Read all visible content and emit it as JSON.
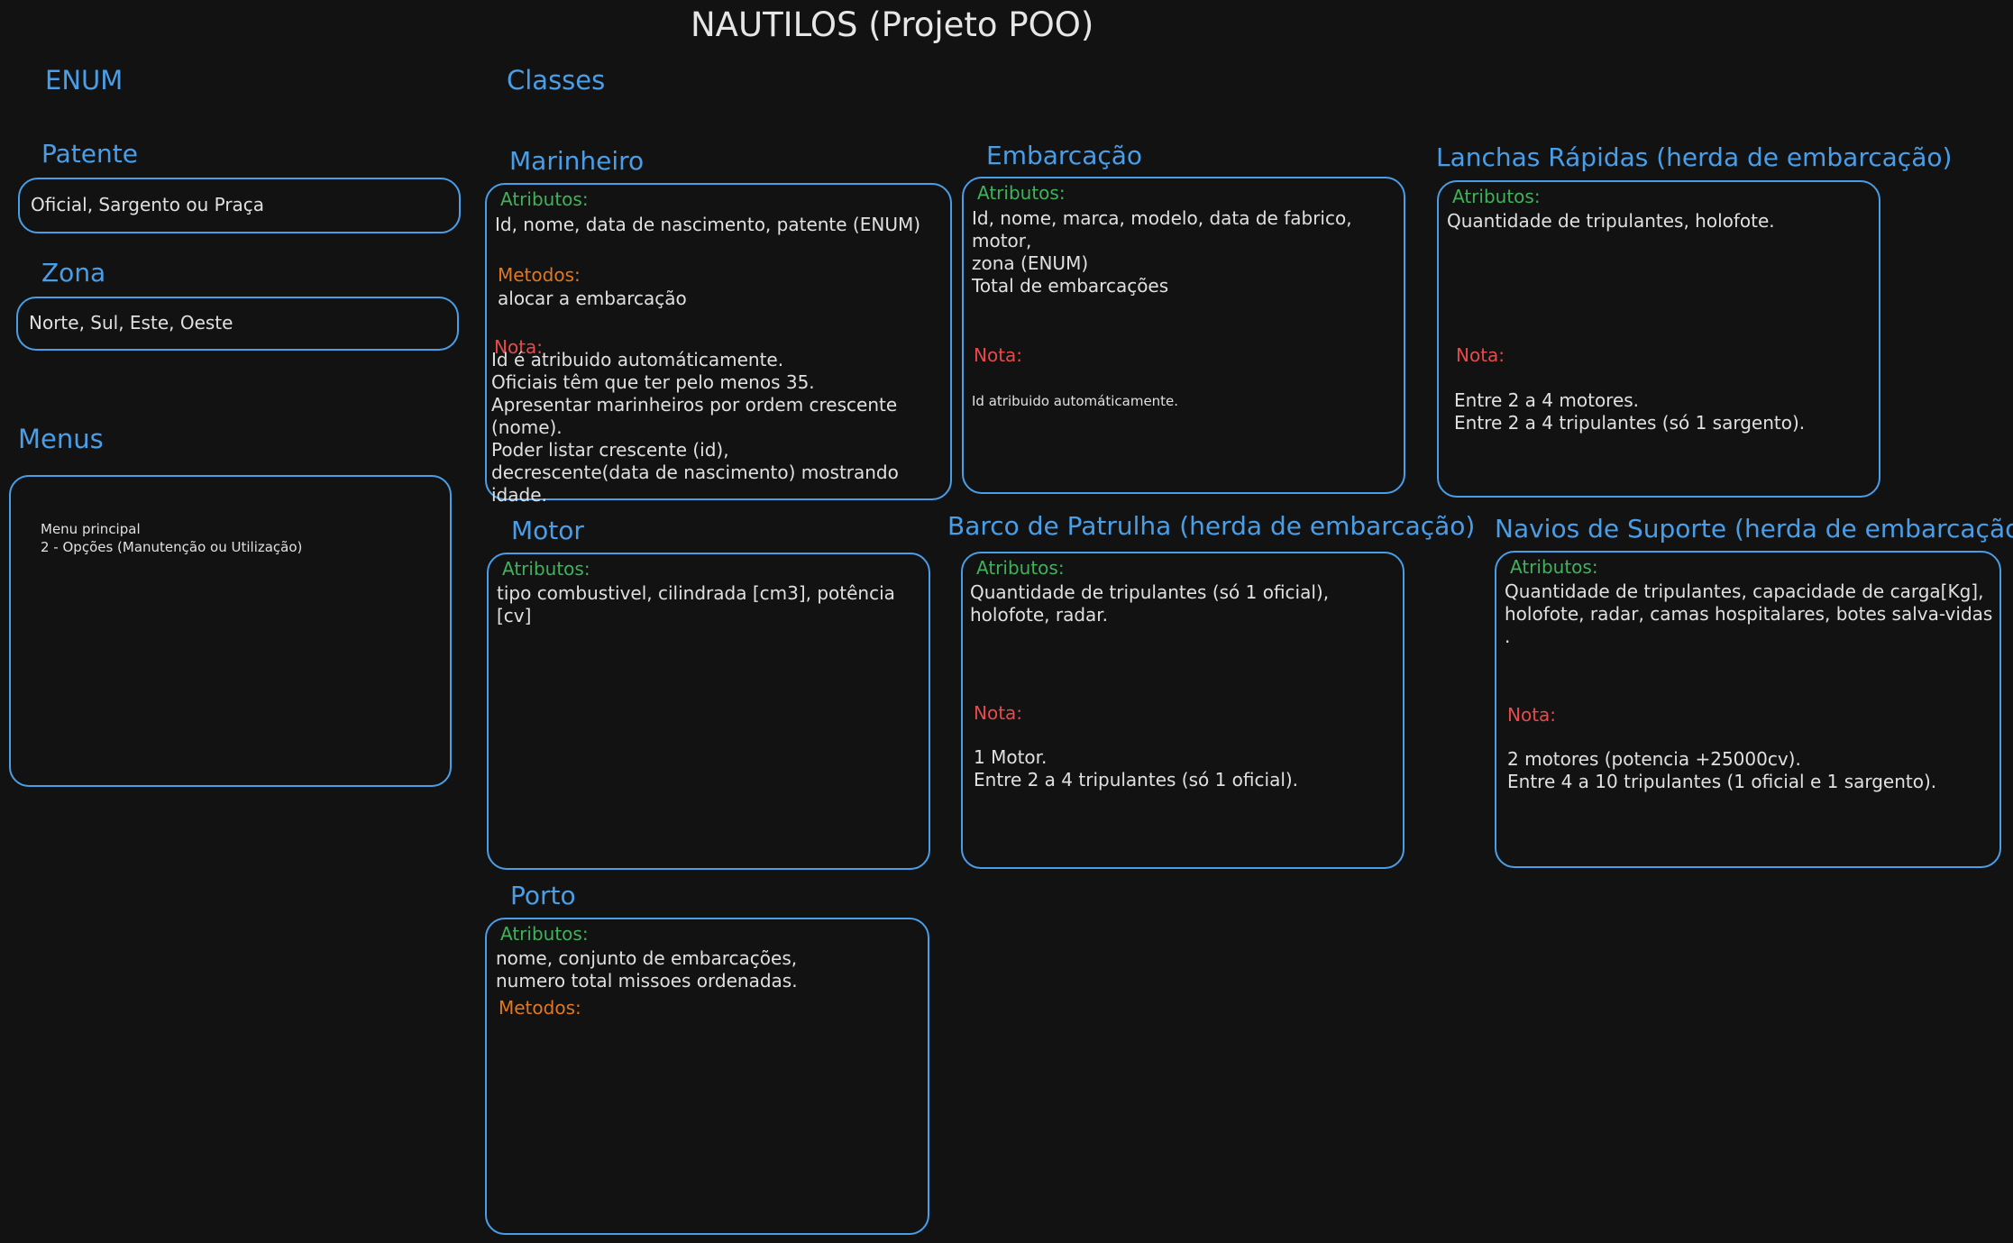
{
  "title": "NAUTILOS (Projeto POO)",
  "sections": {
    "enum": "ENUM",
    "classes": "Classes",
    "menus": "Menus"
  },
  "enums": {
    "patente": {
      "name": "Patente",
      "values": "Oficial, Sargento ou Praça"
    },
    "zona": {
      "name": "Zona",
      "values": "Norte, Sul, Este, Oeste"
    }
  },
  "menus": {
    "line1": "Menu principal",
    "line2": "2 - Opções (Manutenção ou Utilização)"
  },
  "labels": {
    "attributes": "Atributos:",
    "methods": "Metodos:",
    "note": "Nota:"
  },
  "classes": {
    "marinheiro": {
      "name": "Marinheiro",
      "attributes": "Id, nome, data de nascimento, patente (ENUM)",
      "methods": "alocar a embarcação",
      "note": "Id é atribuido automáticamente.\nOficiais têm que ter pelo menos 35.\nApresentar marinheiros por ordem crescente (nome).\nPoder listar crescente (id),\ndecrescente(data de nascimento) mostrando idade."
    },
    "embarcacao": {
      "name": "Embarcação",
      "attributes": "Id, nome, marca, modelo, data de fabrico, motor,\nzona (ENUM)\nTotal de embarcações",
      "note": "Id atribuido automáticamente."
    },
    "lanchas": {
      "name": "Lanchas Rápidas (herda de embarcação)",
      "attributes": "Quantidade de tripulantes, holofote.",
      "note": "Entre 2 a 4 motores.\nEntre 2 a 4 tripulantes (só 1 sargento)."
    },
    "motor": {
      "name": "Motor",
      "attributes": "tipo combustivel, cilindrada [cm3], potência [cv]"
    },
    "barco": {
      "name": "Barco de Patrulha (herda de embarcação)",
      "attributes": "Quantidade de tripulantes (só 1 oficial),\nholofote, radar.",
      "note": "1 Motor.\nEntre 2 a 4 tripulantes (só 1 oficial)."
    },
    "navios": {
      "name": "Navios de Suporte (herda de embarcação)",
      "attributes": "Quantidade de tripulantes, capacidade de carga[Kg],\nholofote, radar, camas hospitalares, botes salva-vidas .",
      "note": "2 motores (potencia +25000cv).\nEntre 4 a 10 tripulantes (1 oficial e 1 sargento)."
    },
    "porto": {
      "name": "Porto",
      "attributes": "nome, conjunto de embarcações,\nnumero total missoes ordenadas."
    }
  },
  "colors": {
    "stroke": "#4a9ee8",
    "attributes": "#3fb25a",
    "methods": "#e0781f",
    "note": "#e64a4a",
    "background": "#121212"
  }
}
